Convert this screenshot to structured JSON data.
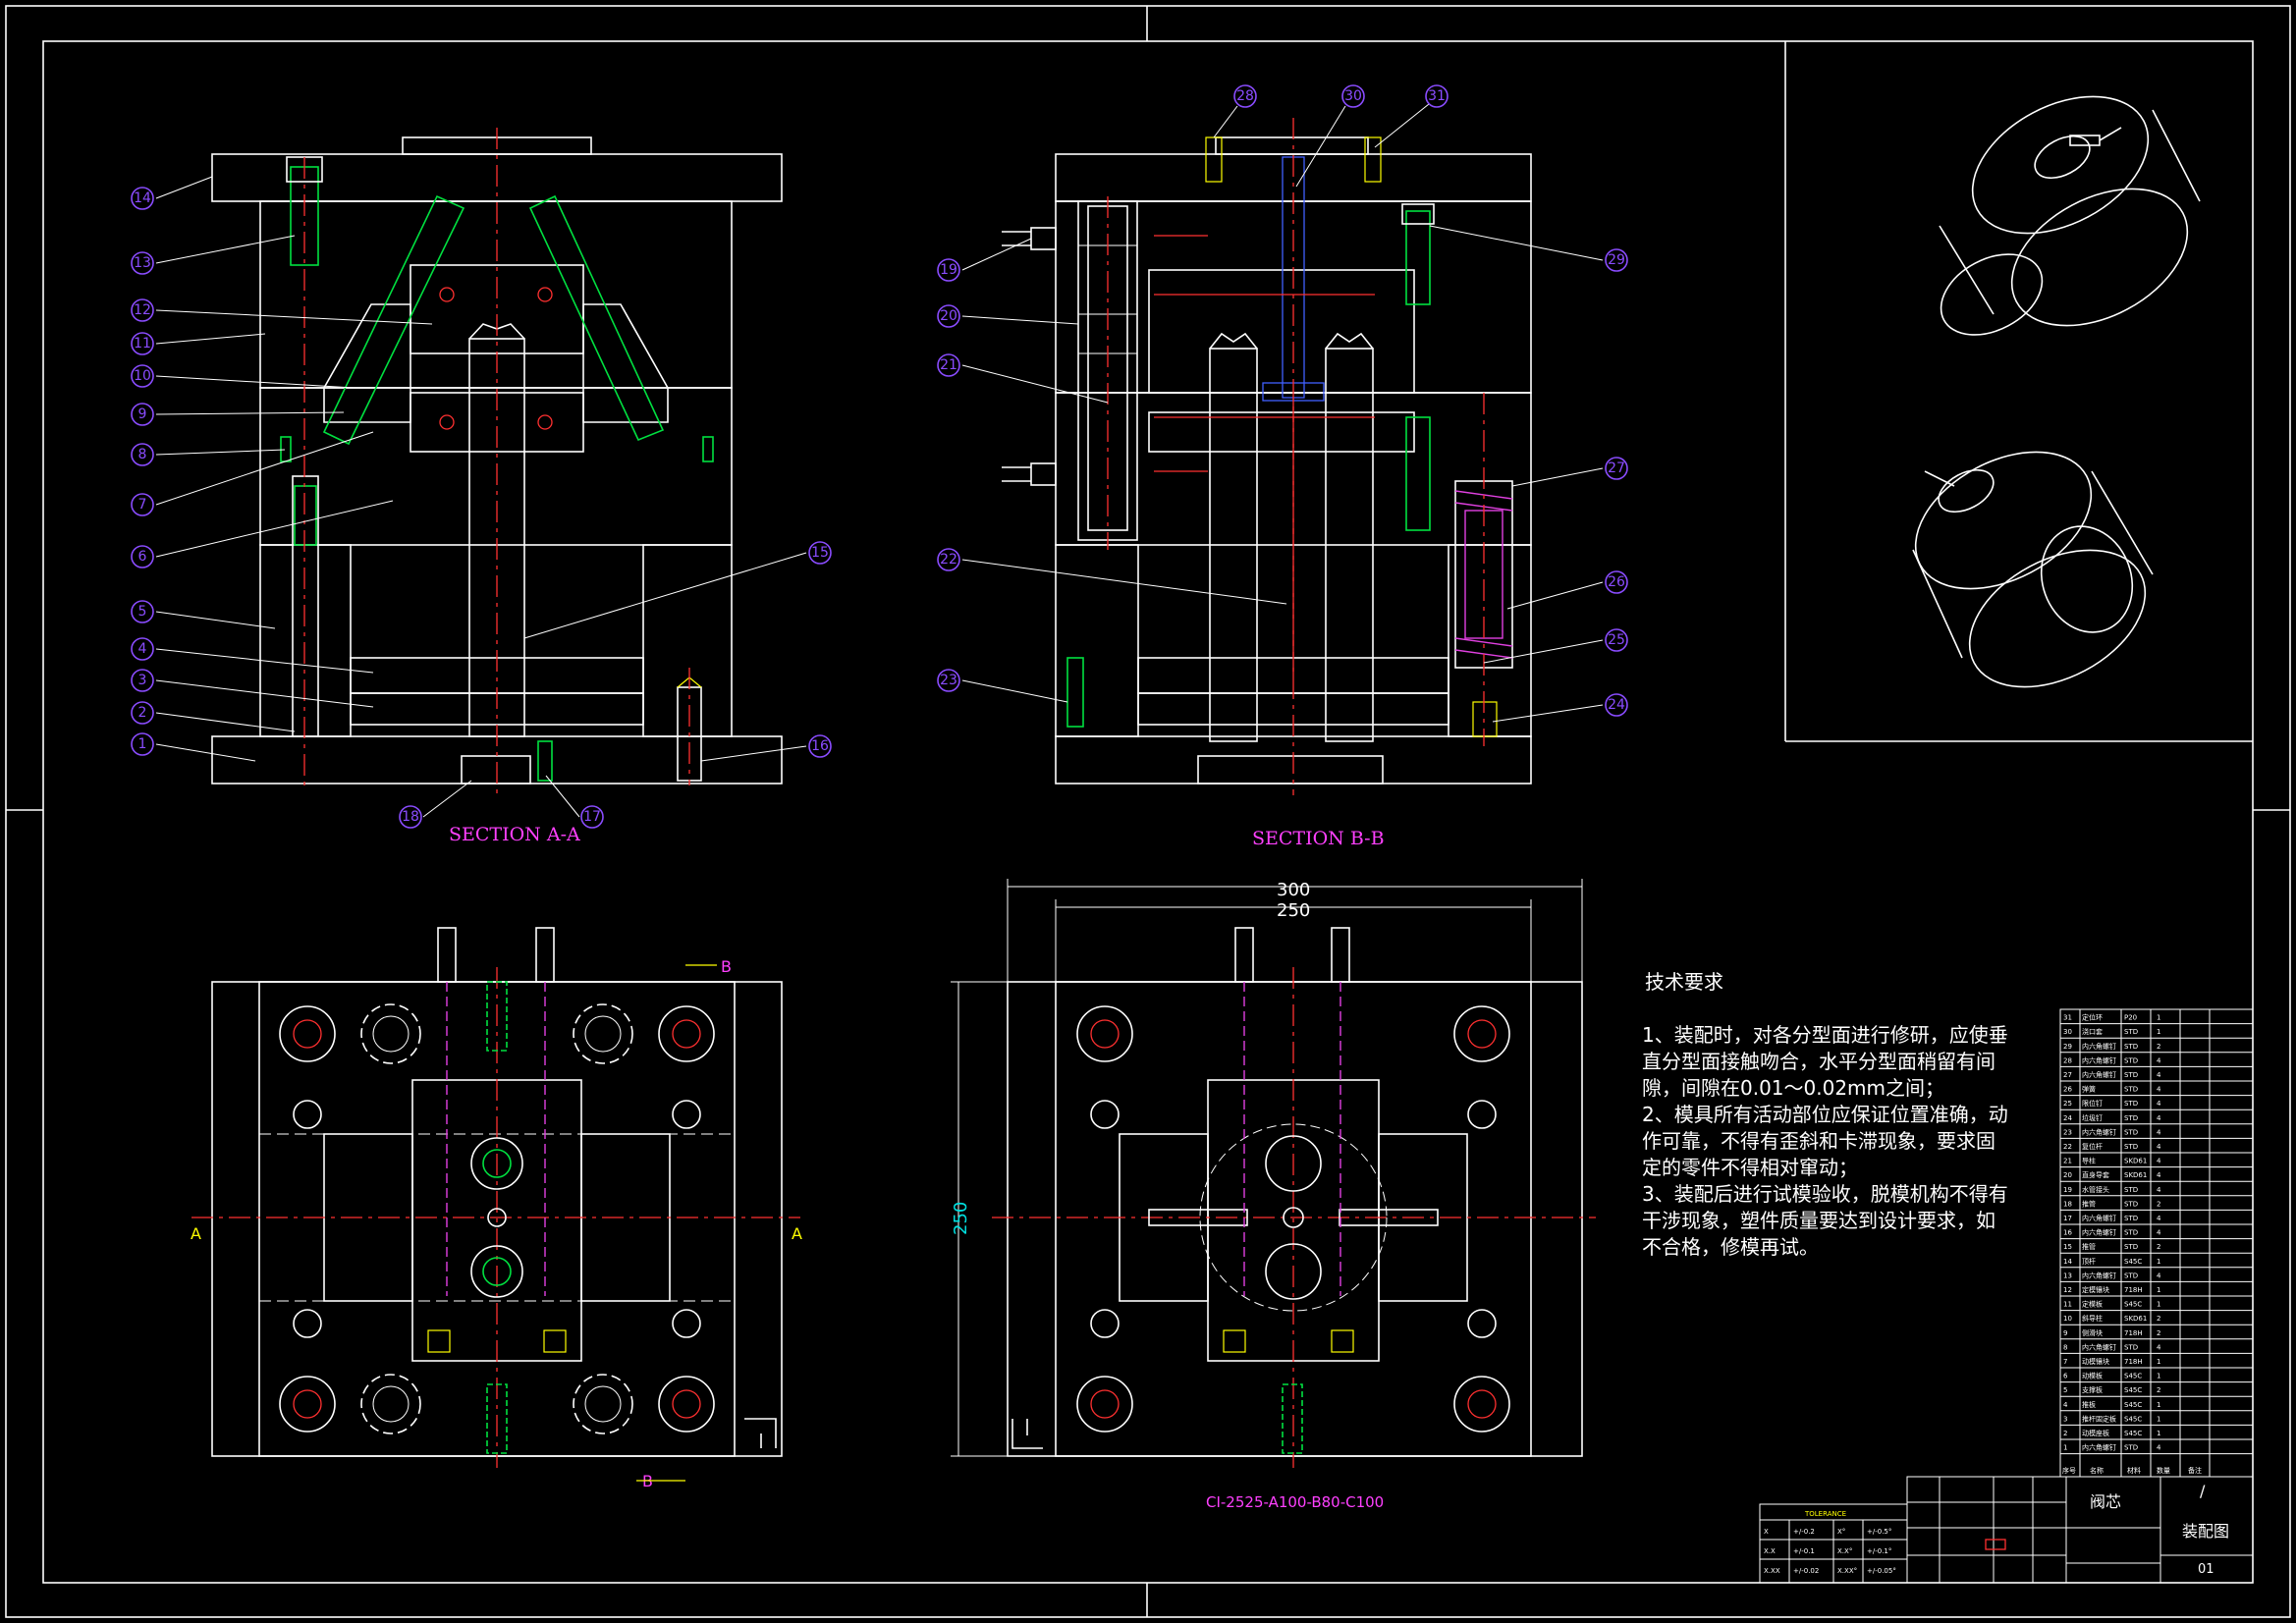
{
  "section_a_label": "SECTION A-A",
  "section_b_label": "SECTION B-B",
  "balloons_a": [
    "14",
    "13",
    "12",
    "11",
    "10",
    "9",
    "8",
    "7",
    "6",
    "5",
    "4",
    "3",
    "2",
    "1",
    "15",
    "16",
    "17",
    "18"
  ],
  "balloons_b": [
    "28",
    "30",
    "31",
    "19",
    "20",
    "21",
    "22",
    "23",
    "29",
    "27",
    "26",
    "25",
    "24"
  ],
  "section_markers": {
    "a": "A",
    "b": "B"
  },
  "dimensions": {
    "overall_width": "300",
    "inner_width": "250",
    "height": "250"
  },
  "mold_base_code": "CI-2525-A100-B80-C100",
  "tech": {
    "heading": "技术要求",
    "lines": [
      "1、装配时，对各分型面进行修研，应使垂",
      "直分型面接触吻合，水平分型面稍留有间",
      "隙，间隙在0.01～0.02mm之间；",
      "2、模具所有活动部位应保证位置准确，动",
      "作可靠，不得有歪斜和卡滞现象，要求固",
      "定的零件不得相对窜动；",
      "3、装配后进行试模验收，脱模机构不得有",
      "干涉现象，塑件质量要达到设计要求，如",
      "不合格，修模再试。"
    ]
  },
  "bom": {
    "header": [
      "序号",
      "名称",
      "材料",
      "数量",
      "备注"
    ],
    "rows": [
      [
        "31",
        "定位环",
        "P20",
        "1"
      ],
      [
        "30",
        "浇口套",
        "STD",
        "1"
      ],
      [
        "29",
        "内六角螺钉",
        "STD",
        "2"
      ],
      [
        "28",
        "内六角螺钉",
        "STD",
        "4"
      ],
      [
        "27",
        "内六角螺钉",
        "STD",
        "4"
      ],
      [
        "26",
        "弹簧",
        "STD",
        "4"
      ],
      [
        "25",
        "限位钉",
        "STD",
        "4"
      ],
      [
        "24",
        "垃圾钉",
        "STD",
        "4"
      ],
      [
        "23",
        "内六角螺钉",
        "STD",
        "4"
      ],
      [
        "22",
        "复位杆",
        "STD",
        "4"
      ],
      [
        "21",
        "导柱",
        "SKD61",
        "4"
      ],
      [
        "20",
        "直身导套",
        "SKD61",
        "4"
      ],
      [
        "19",
        "水管接头",
        "STD",
        "4"
      ],
      [
        "18",
        "推管",
        "STD",
        "2"
      ],
      [
        "17",
        "内六角螺钉",
        "STD",
        "4"
      ],
      [
        "16",
        "内六角螺钉",
        "STD",
        "4"
      ],
      [
        "15",
        "推管",
        "STD",
        "2"
      ],
      [
        "14",
        "顶杆",
        "S45C",
        "1"
      ],
      [
        "13",
        "内六角螺钉",
        "STD",
        "4"
      ],
      [
        "12",
        "定模镶块",
        "718H",
        "1"
      ],
      [
        "11",
        "定模板",
        "S45C",
        "1"
      ],
      [
        "10",
        "斜导柱",
        "SKD61",
        "2"
      ],
      [
        "9",
        "侧滑块",
        "718H",
        "2"
      ],
      [
        "8",
        "内六角螺钉",
        "STD",
        "4"
      ],
      [
        "7",
        "动模镶块",
        "718H",
        "1"
      ],
      [
        "6",
        "动模板",
        "S45C",
        "1"
      ],
      [
        "5",
        "支撑板",
        "S45C",
        "2"
      ],
      [
        "4",
        "推板",
        "S45C",
        "1"
      ],
      [
        "3",
        "推杆固定板",
        "S45C",
        "1"
      ],
      [
        "2",
        "动模座板",
        "S45C",
        "1"
      ],
      [
        "1",
        "内六角螺钉",
        "STD",
        "4"
      ]
    ]
  },
  "title_block": {
    "part_name": "阀芯",
    "drawing_title": "装配图",
    "drawing_no": "01",
    "scale_slash": "/",
    "tolerance_heading": "TOLERANCE",
    "tolerances": [
      [
        "X",
        "+/-0.2",
        "X°",
        "+/-0.5°"
      ],
      [
        "X.X",
        "+/-0.1",
        "X.X°",
        "+/-0.1°"
      ],
      [
        "X.XX",
        "+/-0.02",
        "X.XX°",
        "+/-0.05°"
      ]
    ]
  },
  "colors": {
    "background": "#000000",
    "lines": "#ffffff",
    "centerlines": "#ff3030",
    "labels": "#ff40ff",
    "balloons": "#8a4cff",
    "fasteners": "#00e040"
  }
}
